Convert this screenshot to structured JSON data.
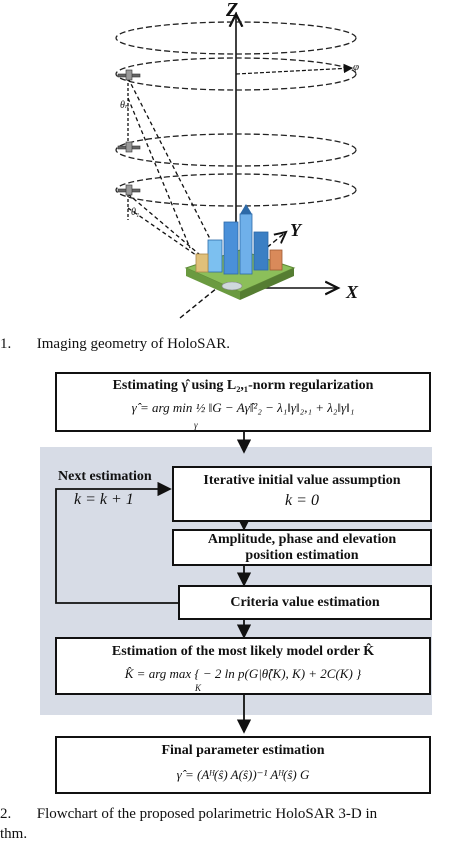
{
  "figure1": {
    "axis_z": "Z",
    "axis_y": "Y",
    "axis_x": "X",
    "angle_phi": "φ",
    "angle_theta_n": "θₙ",
    "angle_theta_1": "θ₁",
    "caption_prefix": "1.",
    "caption_text": "Imaging geometry of HoloSAR."
  },
  "flowchart": {
    "step1_title": "Estimating  γ̂  using  L₂,₁-norm regularization",
    "step1_eq": "γ̂ = arg min ½ ‖G − Aγ̂‖²₂ − λ₁‖γ‖₂,₁ + λ₂‖γ‖₁",
    "step1_eq_sub": "γ",
    "next_estimation": "Next estimation",
    "k_update": "k = k + 1",
    "step2_title": "Iterative initial value assumption",
    "step2_eq": "k = 0",
    "step3_title_1": "Amplitude, phase and elevation",
    "step3_title_2": "position estimation",
    "step4_title": "Criteria value estimation",
    "step5_title": "Estimation of the most likely model order K̂",
    "step5_eq": "K̂ = arg max { − 2 ln p(G|θ̂(K), K) + 2C(K) }",
    "step5_eq_sub": "K",
    "step6_title": "Final parameter estimation",
    "step6_eq": "γ̂ = (Aᴴ(ŝ) A(ŝ))⁻¹ Aᴴ(ŝ) G"
  },
  "figure2": {
    "caption_line1_prefix": "2.",
    "caption_line1": "Flowchart of the proposed polarimetric HoloSAR 3-D in",
    "caption_line2": "thm."
  }
}
